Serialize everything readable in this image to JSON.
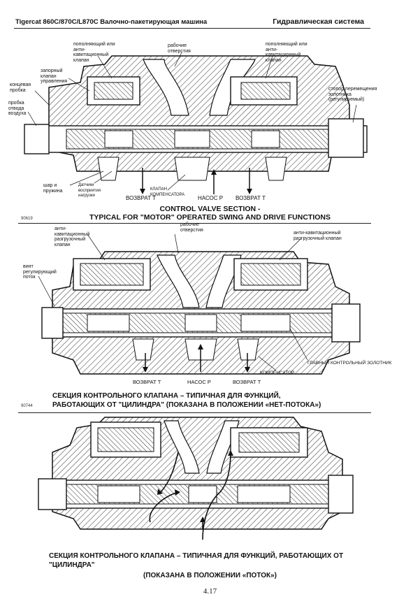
{
  "header": {
    "left": "Tigercat 860C/870C/L870C Валочно-пакетирующая машина",
    "right": "Гидравлическая система"
  },
  "fig1": {
    "labels": {
      "makeup_left": "пополняющий или анти-кавитационный клапан",
      "work_ports": "рабочие отверстия",
      "makeup_right": "пополняющий или анти-кавитационный клапан",
      "load_check": "запорный клапан управления",
      "end_cap": "концевая пробка",
      "air_bleed": "пробка отвода воздуха",
      "spool_stop": "стопор перемещения золотника (регулируемый)",
      "ball_spring": "шар и пружина",
      "load_sense": "Датчики восприятия нагрузки",
      "compensator": "КЛАПАН КОМПЕНСАТОРА",
      "return_l": "ВОЗВРАТ Т",
      "pump": "НАСОС Р",
      "return_r": "ВОЗВРАТ Т"
    },
    "caption1": "CONTROL VALVE SECTION -",
    "caption2": "TYPICAL FOR \"MOTOR\" OPERATED SWING AND DRIVE FUNCTIONS",
    "code": "90619"
  },
  "fig2": {
    "labels": {
      "work_ports": "рабочие отверстия",
      "anti_cav_left": "анти-кавитационный разгрузочный клапан",
      "anti_cav_right": "анти-кавитационный разгрузочный клапан",
      "flow_screw": "винт регулирующий поток",
      "main_spool": "ГЛАВНЫЙ КОНТРОЛЬНЫЙ ЗОЛОТНИК",
      "compensator": "КОМПЕНСАТОР",
      "return_l": "ВОЗВРАТ Т",
      "pump": "НАСОС Р",
      "return_r": "ВОЗВРАТ Т"
    },
    "caption1": "СЕКЦИЯ КОНТРОЛЬНОГО КЛАПАНА – ТИПИЧНАЯ ДЛЯ ФУНКЦИЙ,",
    "caption2": "РАБОТАЮЩИХ ОТ \"ЦИЛИНДРА\" (ПОКАЗАНА В ПОЛОЖЕНИИ «НЕТ-ПОТОКА»)",
    "code": "90744"
  },
  "fig3": {
    "caption1": "СЕКЦИЯ КОНТРОЛЬНОГО КЛАПАНА – ТИПИЧНАЯ ДЛЯ ФУНКЦИЙ, РАБОТАЮЩИХ ОТ",
    "caption2": "\"ЦИЛИНДРА\"",
    "caption3": "(ПОКАЗАНА В ПОЛОЖЕНИИ «ПОТОК»)"
  },
  "page_number": "4.17"
}
